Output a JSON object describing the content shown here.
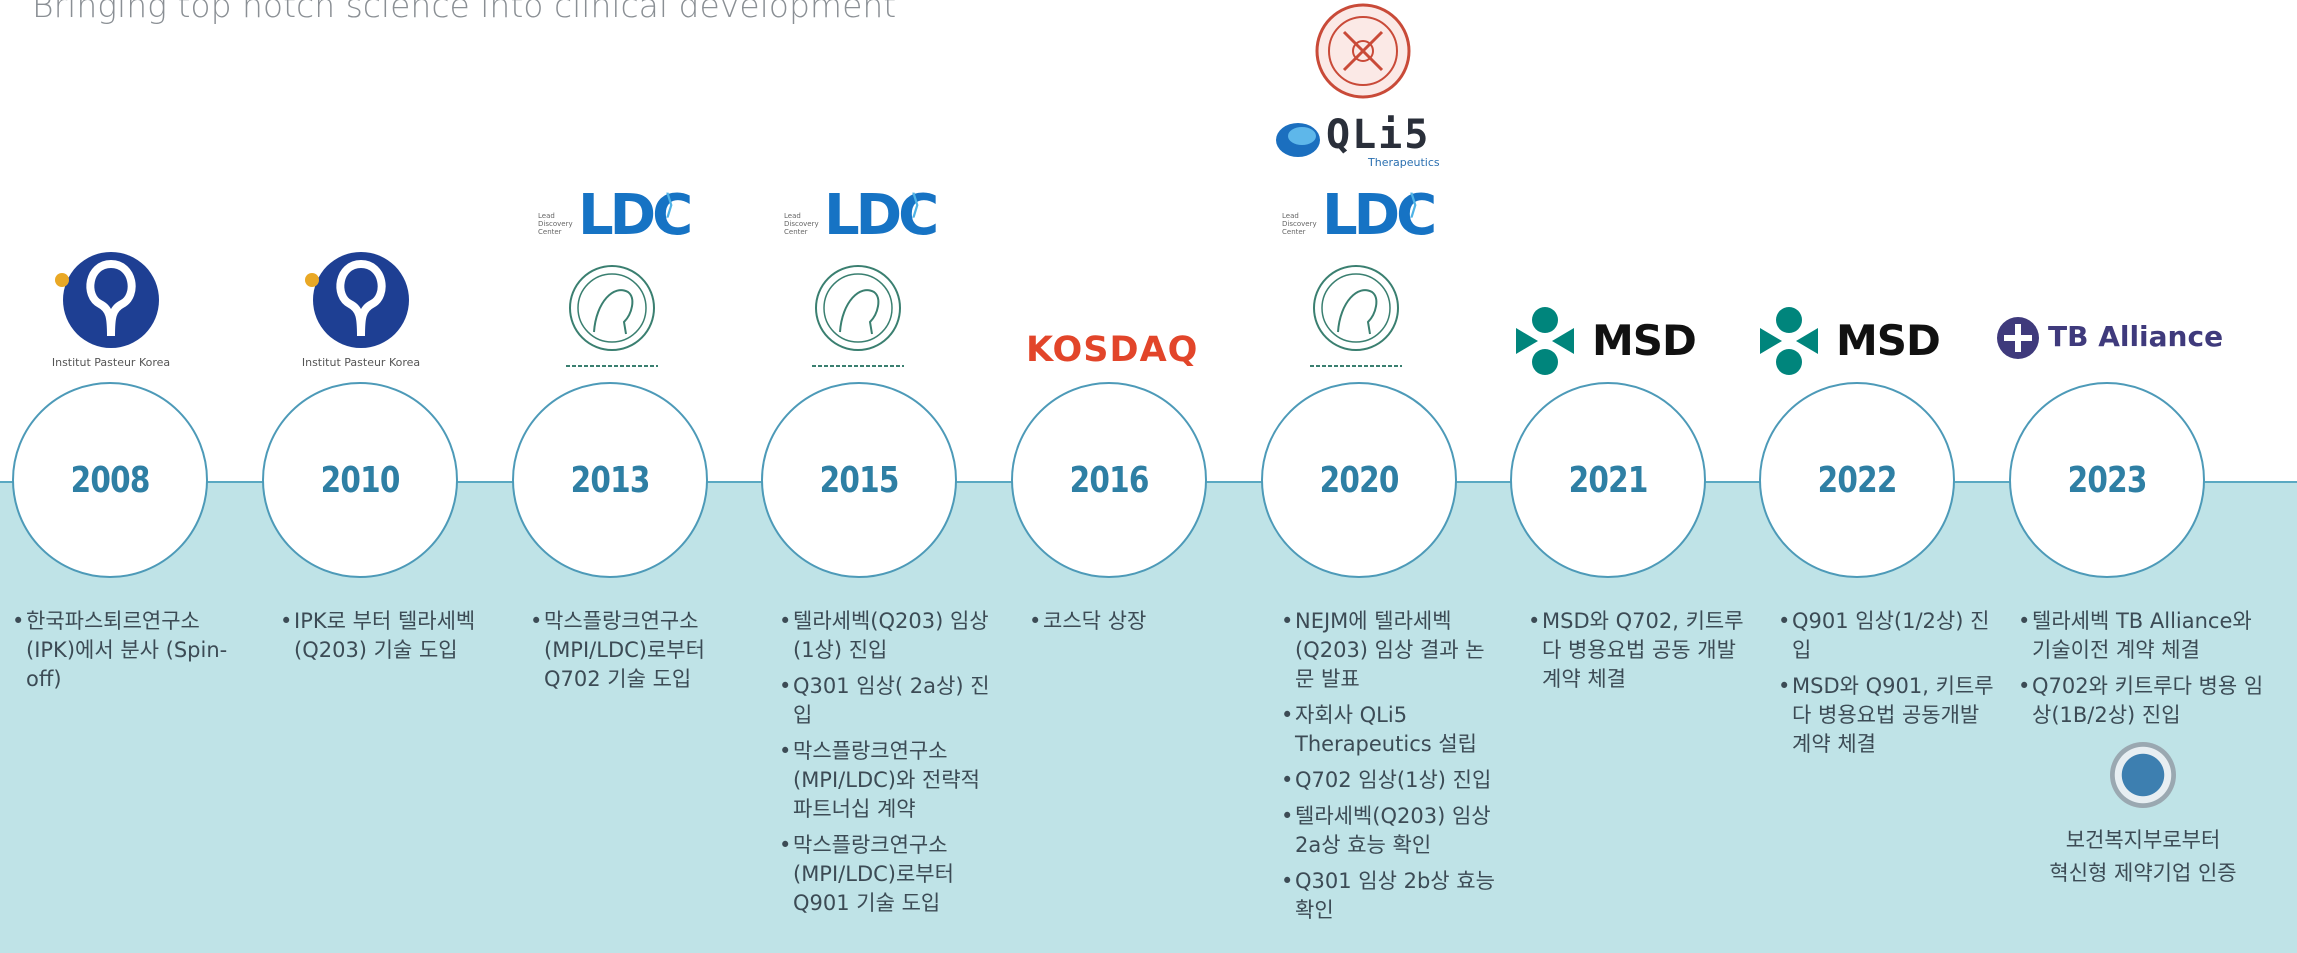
{
  "header": {
    "subtitle": "Bringing top notch science into clinical development"
  },
  "colors": {
    "band": "#bfe3e7",
    "axis": "#5aa9c2",
    "year": "#2e7fa4",
    "msd_teal": "#00857c",
    "kosdaq_red": "#e2452a",
    "tb_purple": "#3f3a7c"
  },
  "timeline": [
    {
      "year": "2008",
      "bullets": [
        "한국파스퇴르연구소 (IPK)에서 분사 (Spin-off)"
      ]
    },
    {
      "year": "2010",
      "bullets": [
        "IPK로 부터 텔라세벡 (Q203) 기술 도입"
      ]
    },
    {
      "year": "2013",
      "bullets": [
        "막스플랑크연구소 (MPI/LDC)로부터 Q702 기술 도입"
      ]
    },
    {
      "year": "2015",
      "bullets": [
        "텔라세벡(Q203) 임상(1상) 진입",
        "Q301 임상( 2a상) 진입",
        "막스플랑크연구소 (MPI/LDC)와 전략적 파트너십 계약",
        "막스플랑크연구소 (MPI/LDC)로부터 Q901 기술 도입"
      ]
    },
    {
      "year": "2016",
      "bullets": [
        "코스닥 상장"
      ]
    },
    {
      "year": "2020",
      "bullets": [
        "NEJM에 텔라세벡 (Q203) 임상 결과 논문 발표",
        "자회사 QLi5 Therapeutics 설립",
        "Q702 임상(1상) 진입",
        "텔라세벡(Q203) 임상 2a상 효능 확인",
        "Q301 임상 2b상 효능 확인"
      ]
    },
    {
      "year": "2021",
      "bullets": [
        "MSD와 Q702, 키트루다 병용요법 공동 개발계약 체결"
      ]
    },
    {
      "year": "2022",
      "bullets": [
        "Q901 임상(1/2상) 진입",
        "MSD와 Q901, 키트루다 병용요법 공동개발계약 체결"
      ]
    },
    {
      "year": "2023",
      "bullets": [
        "텔라세벡 TB Alliance와 기술이전 계약 체결",
        "Q702와 키트루다 병용 임상(1B/2상) 진입"
      ],
      "note": [
        "보건복지부로부터",
        "혁신형 제약기업 인증"
      ]
    }
  ],
  "logos": {
    "ipk_caption": "Institut Pasteur Korea",
    "ldc_text": "LDC",
    "ldc_small": "Lead Discovery Center",
    "kosdaq": "KOSDAQ",
    "qli5": "QLi5",
    "qli5_sub": "Therapeutics",
    "msd": "MSD",
    "tb_alliance": "TB Alliance"
  }
}
